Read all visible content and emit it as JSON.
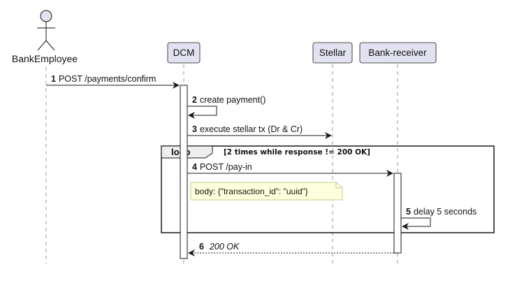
{
  "participants": {
    "bank_employee": "BankEmployee",
    "dcm": "DCM",
    "stellar": "Stellar",
    "bank_receiver": "Bank-receiver"
  },
  "messages": [
    {
      "num": "1",
      "text": "POST /payments/confirm"
    },
    {
      "num": "2",
      "text": "create payment()"
    },
    {
      "num": "3",
      "text": "execute stellar tx (Dr & Cr)"
    },
    {
      "num": "4",
      "text": "POST /pay-in"
    },
    {
      "num": "5",
      "text": "delay 5 seconds"
    },
    {
      "num": "6",
      "text": "200 OK"
    }
  ],
  "loop": {
    "keyword": "loop",
    "guard": "[2 times while response != 200 OK]"
  },
  "note": {
    "text": "body: {\"transaction_id\": \"uuid\"}"
  },
  "colors": {
    "participant_fill": "#E2E2F0",
    "participant_border": "#181818",
    "note_fill": "#FEFFDD",
    "note_border": "#C9C98A",
    "loop_tab_fill": "#EEEEEE",
    "line": "#181818",
    "lifeline": "#999999"
  }
}
